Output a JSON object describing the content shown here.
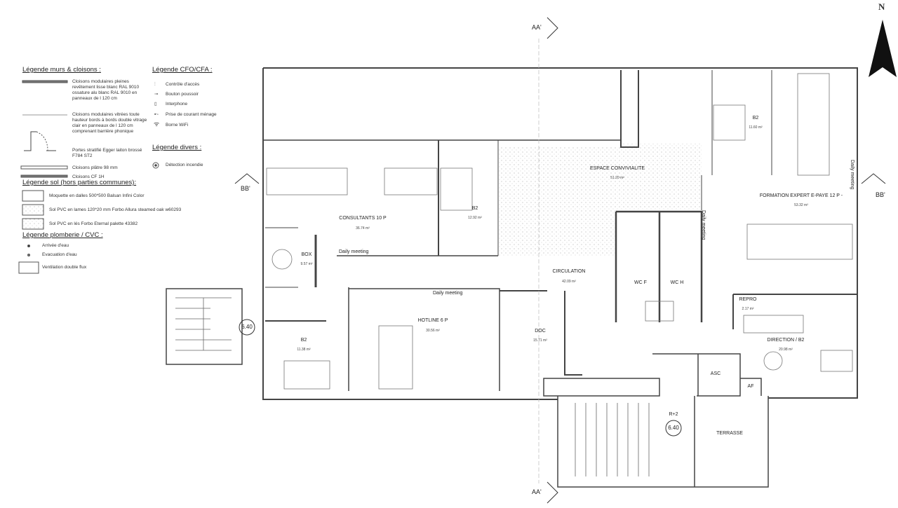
{
  "legend": {
    "walls": {
      "title": "Légende murs & cloisons :",
      "items": [
        "Cloisons modulaires pleines revêtement lisse blanc RAL 9010 ossature alu blanc RAL 9010 en panneaux de l 120 cm",
        "Cloisons modulaires vitrées toute hauteur bords à bords double vitrage clair en panneaux de l 120 cm comprenant barrière phonique",
        "Portes stratifié Egger laiton brossé F784 ST2",
        "Cloisons plâtre 98 mm",
        "Cloisons CF 1H"
      ]
    },
    "cfo": {
      "title": "Légende CFO/CFA :",
      "items": [
        "Contrôle d'accès",
        "Bouton poussoir",
        "Interphone",
        "Prise de courant ménage",
        "Borne WiFi"
      ]
    },
    "divers": {
      "title": "Légende divers :",
      "items": [
        "Détection incendie"
      ]
    },
    "sol": {
      "title": "Légende sol (hors parties communes):",
      "items": [
        "Moquette en dalles 500*500 Balsan Infini Color",
        "Sol PVC en lames 120*20 mm Forbo Allura steamed oak w60293",
        "Sol PVC en lés Forbo Eternal palette 43382"
      ]
    },
    "plomberie": {
      "title": "Légende plomberie / CVC :",
      "items": [
        "Arrivée d'eau",
        "Evacuation d'eau",
        "Ventilation double flux"
      ]
    }
  },
  "plan": {
    "north": "N",
    "sections": {
      "aa_top": "AA'",
      "aa_bottom": "AA'",
      "bb_left": "BB'",
      "bb_right": "BB'"
    },
    "levels": {
      "left": "6.40",
      "right": "6.40",
      "floor": "R+2"
    },
    "rooms": [
      {
        "name": "CONSULTANTS 10 P",
        "area": "36.74 m²"
      },
      {
        "name": "B2",
        "area": "12.92 m²"
      },
      {
        "name": "ESPACE CONVIVIALITE",
        "area": "51.20 m²"
      },
      {
        "name": "B2",
        "area": "11.60 m²"
      },
      {
        "name": "FORMATION EXPERT E-PAYE 12 P -",
        "area": "53.32 m²"
      },
      {
        "name": "BOX",
        "area": "9.57 m²"
      },
      {
        "name": "CIRCULATION",
        "area": "42.09 m²"
      },
      {
        "name": "HOTLINE 6 P",
        "area": "30.56 m²"
      },
      {
        "name": "B2",
        "area": "11.38 m²"
      },
      {
        "name": "DOC",
        "area": "15.71 m²"
      },
      {
        "name": "REPRO",
        "area": "2.17 m²"
      },
      {
        "name": "DIRECTION / B2",
        "area": "20.98 m²"
      }
    ],
    "labels": {
      "wcf": "WC F",
      "wch": "WC H",
      "asc": "ASC",
      "af": "AF",
      "terrasse": "TERRASSE"
    },
    "daily_meeting": [
      "Daily meeting",
      "Daily meeting",
      "Daily meeting",
      "Daily meeting"
    ]
  }
}
